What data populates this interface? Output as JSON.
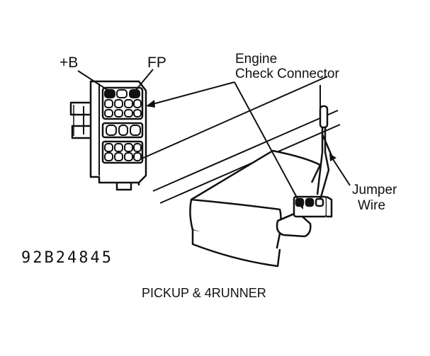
{
  "labels": {
    "pin_b": "+B",
    "pin_fp": "FP",
    "connector_line1": "Engine",
    "connector_line2": "Check Connector",
    "jumper_line1": "Jumper",
    "jumper_line2": "Wire",
    "figure_code": "92B24845",
    "caption": "PICKUP & 4RUNNER"
  },
  "colors": {
    "ink": "#111111",
    "paper": "#ffffff"
  }
}
